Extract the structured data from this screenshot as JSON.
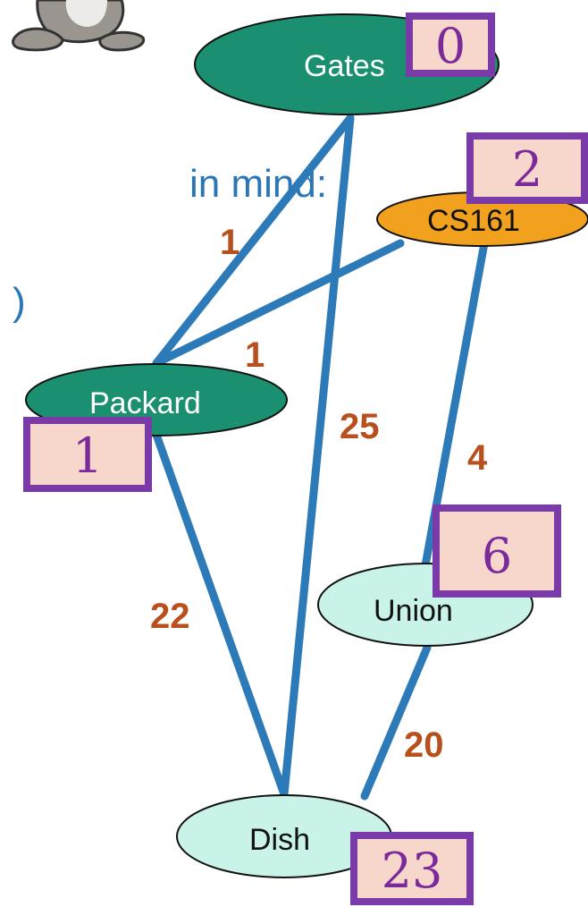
{
  "slide_text": {
    "line1": "in mind:",
    "line2": ")"
  },
  "colors": {
    "edge": "#2c7ab8",
    "weight": "#b8501e",
    "dist_box_fill": "#f7d7cb",
    "dist_box_border": "#7a3aa8",
    "visited_node": "#1a9070",
    "current_node": "#f2a11f",
    "unvisited_node": "#c9f2e8"
  },
  "nodes": [
    {
      "id": "gates",
      "label": "Gates",
      "distance": "0",
      "status": "visited"
    },
    {
      "id": "packard",
      "label": "Packard",
      "distance": "1",
      "status": "visited"
    },
    {
      "id": "cs161",
      "label": "CS161",
      "distance": "2",
      "status": "current"
    },
    {
      "id": "union",
      "label": "Union",
      "distance": "6",
      "status": "unvisited"
    },
    {
      "id": "dish",
      "label": "Dish",
      "distance": "23",
      "status": "unvisited"
    }
  ],
  "edges": [
    {
      "from": "gates",
      "to": "packard",
      "weight": "1"
    },
    {
      "from": "packard",
      "to": "cs161",
      "weight": "1"
    },
    {
      "from": "gates",
      "to": "dish",
      "weight": "25"
    },
    {
      "from": "cs161",
      "to": "union",
      "weight": "4"
    },
    {
      "from": "packard",
      "to": "dish",
      "weight": "22"
    },
    {
      "from": "union",
      "to": "dish",
      "weight": "20"
    }
  ]
}
